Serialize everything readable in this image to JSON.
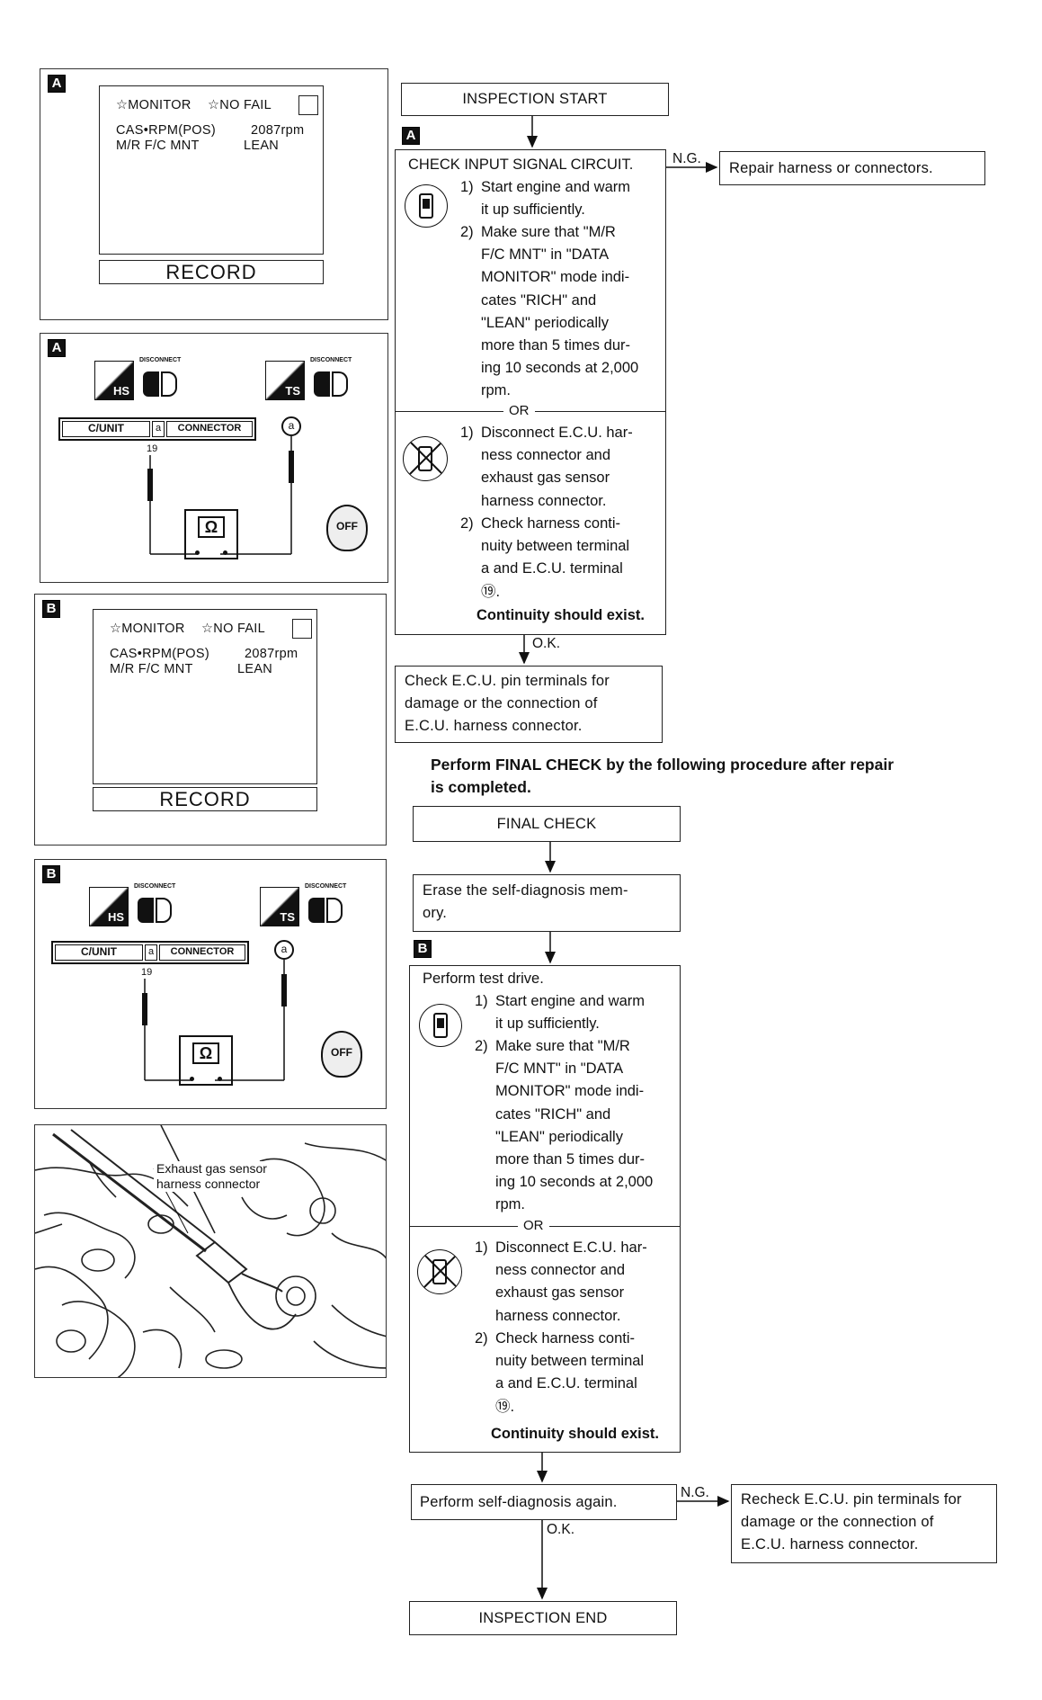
{
  "monitor_a": {
    "tag": "A",
    "header_monitor": "☆MONITOR",
    "header_nofail": "☆NO FAIL",
    "row1_label": "CAS•RPM(POS)",
    "row1_value": "2087rpm",
    "row2_label": "M/R F/C MNT",
    "row2_value": "LEAN",
    "record": "RECORD"
  },
  "circuit_a": {
    "tag": "A",
    "hs": "HS",
    "ts": "TS",
    "disconnect": "DISCONNECT",
    "cunit": "C/UNIT",
    "connector": "CONNECTOR",
    "terminal_a": "a",
    "pin": "19",
    "ohm": "Ω",
    "off": "OFF"
  },
  "monitor_b": {
    "tag": "B",
    "header_monitor": "☆MONITOR",
    "header_nofail": "☆NO FAIL",
    "row1_label": "CAS•RPM(POS)",
    "row1_value": "2087rpm",
    "row2_label": "M/R F/C MNT",
    "row2_value": "LEAN",
    "record": "RECORD"
  },
  "circuit_b": {
    "tag": "B",
    "hs": "HS",
    "ts": "TS",
    "disconnect": "DISCONNECT",
    "cunit": "C/UNIT",
    "connector": "CONNECTOR",
    "terminal_a": "a",
    "pin": "19",
    "ohm": "Ω",
    "off": "OFF"
  },
  "engine_photo": {
    "label_line1": "Exhaust gas sensor",
    "label_line2": "harness connector"
  },
  "flow1": {
    "start": "INSPECTION START",
    "tag": "A",
    "check_title": "CHECK INPUT SIGNAL CIRCUIT.",
    "ng": "N.G.",
    "repair": "Repair harness or connectors.",
    "step1_num": "1)",
    "step1_lines": [
      "Start engine and warm",
      "it up sufficiently."
    ],
    "step2_num": "2)",
    "step2_lines": [
      "Make sure that \"M/R",
      "F/C MNT\" in \"DATA",
      "MONITOR\" mode indi-",
      "cates \"RICH\" and",
      "\"LEAN\" periodically",
      "more than 5 times dur-",
      "ing 10 seconds at 2,000",
      "rpm."
    ],
    "or": "OR",
    "alt1_num": "1)",
    "alt1_lines": [
      "Disconnect E.C.U. har-",
      "ness connector and",
      "exhaust gas sensor",
      "harness connector."
    ],
    "alt2_num": "2)",
    "alt2_lines": [
      "Check harness conti-",
      "nuity between terminal",
      "a and E.C.U. terminal",
      "⑲."
    ],
    "continuity": "Continuity should exist.",
    "ok": "O.K.",
    "ecu_check_lines": [
      "Check E.C.U. pin terminals for",
      "damage or the connection of",
      "E.C.U. harness connector."
    ]
  },
  "final_note_lines": [
    "Perform FINAL CHECK by the following procedure after repair",
    "is completed."
  ],
  "flow2": {
    "final_check": "FINAL CHECK",
    "erase_lines": [
      "Erase the self-diagnosis mem-",
      "ory."
    ],
    "tag": "B",
    "test_drive": "Perform test drive.",
    "step1_num": "1)",
    "step1_lines": [
      "Start engine and warm",
      "it up sufficiently."
    ],
    "step2_num": "2)",
    "step2_lines": [
      "Make sure that \"M/R",
      "F/C MNT\" in \"DATA",
      "MONITOR\" mode indi-",
      "cates \"RICH\" and",
      "\"LEAN\" periodically",
      "more than 5 times dur-",
      "ing 10 seconds at 2,000",
      "rpm."
    ],
    "or": "OR",
    "alt1_num": "1)",
    "alt1_lines": [
      "Disconnect E.C.U. har-",
      "ness connector and",
      "exhaust gas sensor",
      "harness connector."
    ],
    "alt2_num": "2)",
    "alt2_lines": [
      "Check harness conti-",
      "nuity between terminal",
      "a and E.C.U. terminal",
      "⑲."
    ],
    "continuity": "Continuity should exist.",
    "self_diag": "Perform self-diagnosis again.",
    "ng": "N.G.",
    "recheck_lines": [
      "Recheck E.C.U. pin terminals for",
      "damage or the connection of",
      "E.C.U. harness connector."
    ],
    "ok": "O.K.",
    "end": "INSPECTION END"
  }
}
